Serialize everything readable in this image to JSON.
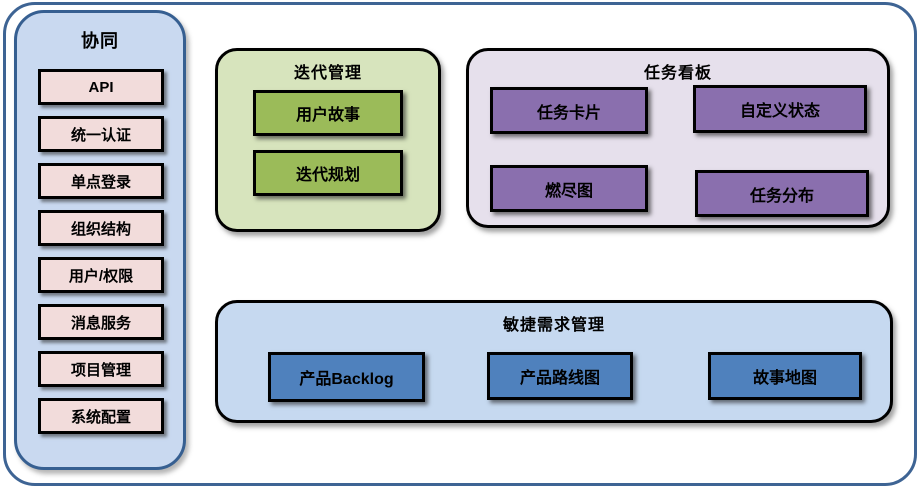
{
  "sidebar": {
    "title": "协同",
    "items": [
      "API",
      "统一认证",
      "单点登录",
      "组织结构",
      "用户/权限",
      "消息服务",
      "项目管理",
      "系统配置"
    ]
  },
  "panels": {
    "iteration": {
      "title": "迭代管理",
      "items": [
        "用户故事",
        "迭代规划"
      ]
    },
    "taskboard": {
      "title": "任务看板",
      "items": [
        "任务卡片",
        "自定义状态",
        "燃尽图",
        "任务分布"
      ]
    },
    "agile": {
      "title": "敏捷需求管理",
      "items": [
        "产品Backlog",
        "产品路线图",
        "故事地图"
      ]
    }
  },
  "colors": {
    "frame_border": "#3e6494",
    "sidebar_fill": "#c9d9f0",
    "sidebar_border": "#365f91",
    "sidebar_item_fill": "#f2dcdb",
    "iteration_fill": "#d7e4bd",
    "iteration_item_fill": "#9bbb59",
    "taskboard_fill": "#e6e0ec",
    "taskboard_item_fill": "#8a6fae",
    "agile_fill": "#c6d9f0",
    "agile_item_fill": "#4f81bd",
    "node_border": "#000000"
  }
}
